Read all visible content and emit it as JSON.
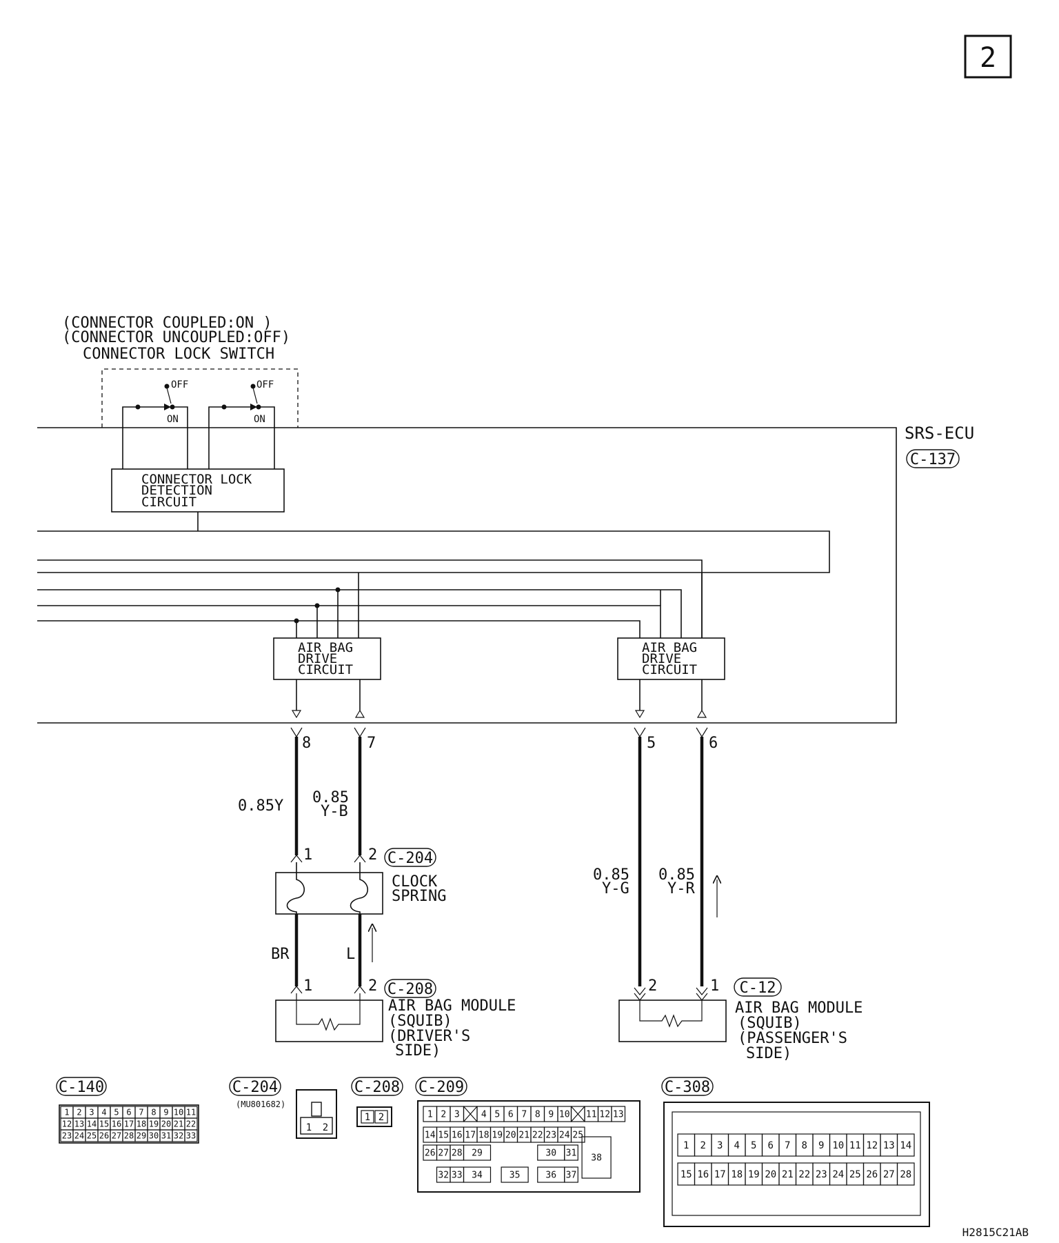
{
  "page_number": "2",
  "figure_code": "H2815C21AB",
  "lock_switch": {
    "note_line1": "(CONNECTOR COUPLED:ON    )",
    "note_line2": "(CONNECTOR UNCOUPLED:OFF)",
    "title": "CONNECTOR LOCK SWITCH",
    "off_label": "OFF",
    "on_label_1": "ON",
    "on_label_2": "ON"
  },
  "ecu": {
    "name": "SRS-ECU",
    "connector": "C-137"
  },
  "lock_detect": {
    "line1": "CONNECTOR LOCK",
    "line2": "DETECTION",
    "line3": "CIRCUIT"
  },
  "drive_circuit": {
    "line1": "AIR BAG",
    "line2": "DRIVE",
    "line3": "CIRCUIT"
  },
  "pins": {
    "p8": "8",
    "p7": "7",
    "p5": "5",
    "p6": "6"
  },
  "wires": {
    "w8": "0.85Y",
    "w7_top": "0.85",
    "w7_bot": "Y-B",
    "w5_top": "0.85",
    "w5_bot": "Y-G",
    "w6_top": "0.85",
    "w6_bot": "Y-R",
    "br": "BR",
    "l": "L"
  },
  "clock_spring": {
    "line1": "CLOCK",
    "line2": "SPRING",
    "connector": "C-204",
    "pin1": "1",
    "pin2": "2"
  },
  "driver_module": {
    "connector": "C-208",
    "pin1": "1",
    "pin2": "2",
    "line1": "AIR BAG MODULE",
    "line2": "(SQUIB)",
    "line3": "(DRIVER'S",
    "line4": "SIDE)"
  },
  "passenger_module": {
    "connector": "C-12",
    "pin2": "2",
    "pin1": "1",
    "line1": "AIR BAG MODULE",
    "line2": "(SQUIB)",
    "line3": "(PASSENGER'S",
    "line4": "SIDE)"
  },
  "connector_views": {
    "c140": {
      "label": "C-140",
      "rows": [
        [
          "1",
          "2",
          "3",
          "4",
          "5",
          "6",
          "7",
          "8",
          "9",
          "10",
          "11"
        ],
        [
          "12",
          "13",
          "14",
          "15",
          "16",
          "17",
          "18",
          "19",
          "20",
          "21",
          "22"
        ],
        [
          "23",
          "24",
          "25",
          "26",
          "27",
          "28",
          "29",
          "30",
          "31",
          "32",
          "33"
        ]
      ]
    },
    "c204": {
      "label": "C-204",
      "part": "(MU801682)",
      "pins": [
        "1",
        "2"
      ]
    },
    "c208": {
      "label": "C-208",
      "pins": [
        "1",
        "2"
      ]
    },
    "c209": {
      "label": "C-209",
      "row1": [
        "1",
        "2",
        "3",
        "X",
        "4",
        "5",
        "6",
        "7",
        "8",
        "9",
        "10",
        "X",
        "11",
        "12",
        "13"
      ],
      "row2": [
        "14",
        "15",
        "16",
        "17",
        "18",
        "19",
        "20",
        "21",
        "22",
        "23",
        "24",
        "25"
      ],
      "row3": [
        "26",
        "27",
        "28",
        "29",
        "30",
        "31"
      ],
      "row4": [
        "32",
        "33",
        "34",
        "35",
        "36",
        "37"
      ],
      "big": "38"
    },
    "c308": {
      "label": "C-308",
      "row1": [
        "1",
        "2",
        "3",
        "4",
        "5",
        "6",
        "7",
        "8",
        "9",
        "10",
        "11",
        "12",
        "13",
        "14"
      ],
      "row2": [
        "15",
        "16",
        "17",
        "18",
        "19",
        "20",
        "21",
        "22",
        "23",
        "24",
        "25",
        "26",
        "27",
        "28"
      ]
    }
  }
}
